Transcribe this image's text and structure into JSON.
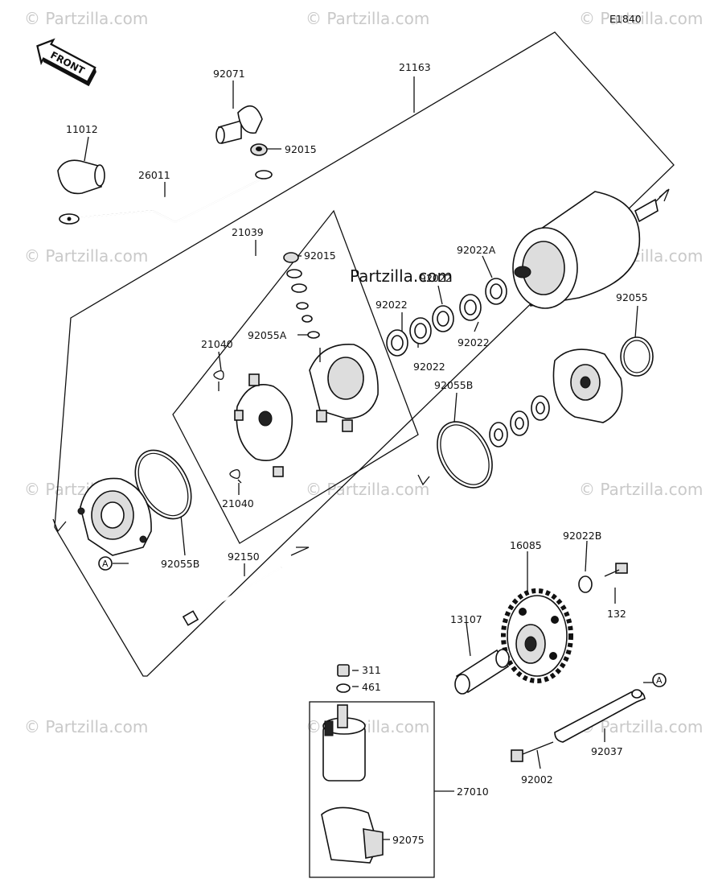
{
  "diagram_code": "E1840",
  "front_label": "FRONT",
  "watermark_text": "© Partzilla.com",
  "watermark_center": "Partzilla.com",
  "callout_a": "A",
  "labels": {
    "l92071": "92071",
    "l21163": "21163",
    "l11012": "11012",
    "l92015a": "92015",
    "l26011": "26011",
    "l21039": "21039",
    "l92015b": "92015",
    "l92022A": "92022A",
    "l92022_1": "92022",
    "l92022_2": "92022",
    "l92022_3": "92022",
    "l92022_4": "92022",
    "l92055A": "92055A",
    "l92055": "92055",
    "l21040a": "21040",
    "l92055B_1": "92055B",
    "l21040b": "21040",
    "l92055B_2": "92055B",
    "l92150": "92150",
    "l16085": "16085",
    "l92022B": "92022B",
    "l132": "132",
    "l13107": "13107",
    "l311": "311",
    "l461": "461",
    "l27010": "27010",
    "l92075": "92075",
    "l92037": "92037",
    "l92002": "92002"
  }
}
